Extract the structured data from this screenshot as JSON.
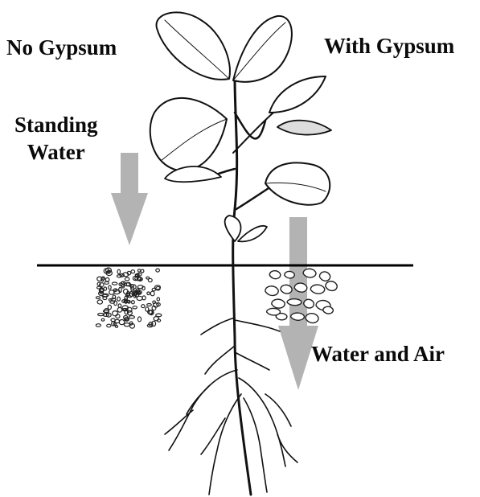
{
  "labels": {
    "no_gypsum": "No Gypsum",
    "with_gypsum": "With Gypsum",
    "standing_water_line1": "Standing",
    "standing_water_line2": "Water",
    "water_and_air": "Water and Air"
  },
  "colors": {
    "ink": "#111111",
    "arrow_gray": "#b3b3b3",
    "ground_line": "#000000",
    "background": "#ffffff"
  },
  "icons": {
    "plant": "soybean-plant-illustration",
    "left_arrow": "down-arrow",
    "right_arrow": "down-arrow"
  }
}
